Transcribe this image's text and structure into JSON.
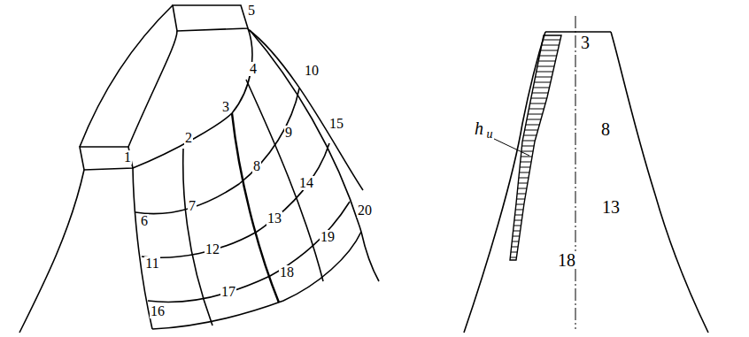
{
  "diagram": {
    "labels": [
      "1",
      "2",
      "3",
      "4",
      "5",
      "6",
      "7",
      "8",
      "9",
      "10",
      "11",
      "12",
      "13",
      "14",
      "15",
      "16",
      "17",
      "18",
      "19",
      "20",
      "3",
      "8",
      "13",
      "18",
      "h",
      "u"
    ]
  }
}
